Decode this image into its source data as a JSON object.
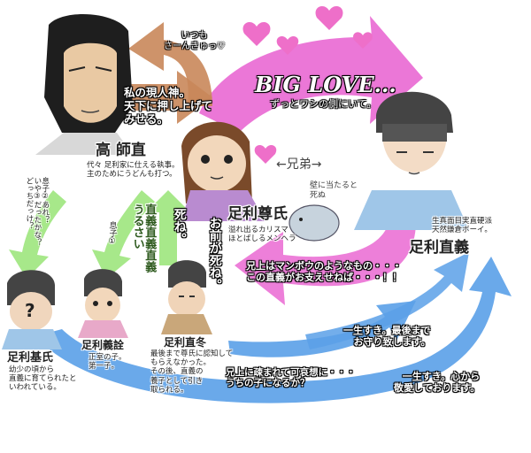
{
  "colors": {
    "pink_arrow": "#e85fd0",
    "orange_arrow": "#c9875a",
    "green_arrow": "#a7e88a",
    "blue_arrow": "#5aa0e8",
    "heart": "#ee6fc9"
  },
  "icons": {
    "hearts": "heart-icon",
    "question": "question-mark-icon"
  },
  "big_love": {
    "title": "BIG LOVE...",
    "subtitle": "ずっとワシの側にいて。"
  },
  "orange_arrow_caption": "いつも\nさーんきゅっ♡",
  "kou_moronao": {
    "quote": "私の現人神。\n天下に押し上げて\nみせる。",
    "name": "高 師直",
    "desc": "代々 足利家に仕える執事。\n主のためにうどんも打つ。"
  },
  "brothers_label": "←兄弟→",
  "wall_note": "壁に当たると\n死ぬ",
  "takauji": {
    "name": "足利尊氏",
    "desc": "溢れ出るカリスマ\nほとばしるメンヘラ"
  },
  "tadayoshi": {
    "desc": "生真面目実直硬派\n天然鎌倉ボーイ。",
    "name": "足利直義",
    "quote": "兄上はマンボウのようなもの・・・\nこの直義がお支えせねば・・・！！"
  },
  "vertical_labels": {
    "son2": "息子②あれ？\nいや③だったかな？\nどっちだっけ？",
    "son1": "息子①",
    "tadayoshi_nagging": "直義直義直義\nうるさい",
    "die": "死ね。",
    "you_die": "お前が死ね。"
  },
  "motouji": {
    "name": "足利基氏",
    "desc": "幼少の頃から\n直義に育てられたと\nいわれている。"
  },
  "yoshiakira": {
    "name": "足利義詮",
    "desc": "正室の子。\n第一子。"
  },
  "tadafuyu": {
    "name": "足利直冬",
    "desc": "最後まで尊氏に認知して\nもらえなかった。\nその後、直義の\n養子として引き\n取られる。"
  },
  "blue_arrow_texts": {
    "pity": "兄上に疎まれて可哀想に・・・\nうちの子になるか？",
    "forever1": "一生すき。最後まで\nお守り致します。",
    "forever2": "一生すき。心から\n敬愛しております。"
  }
}
